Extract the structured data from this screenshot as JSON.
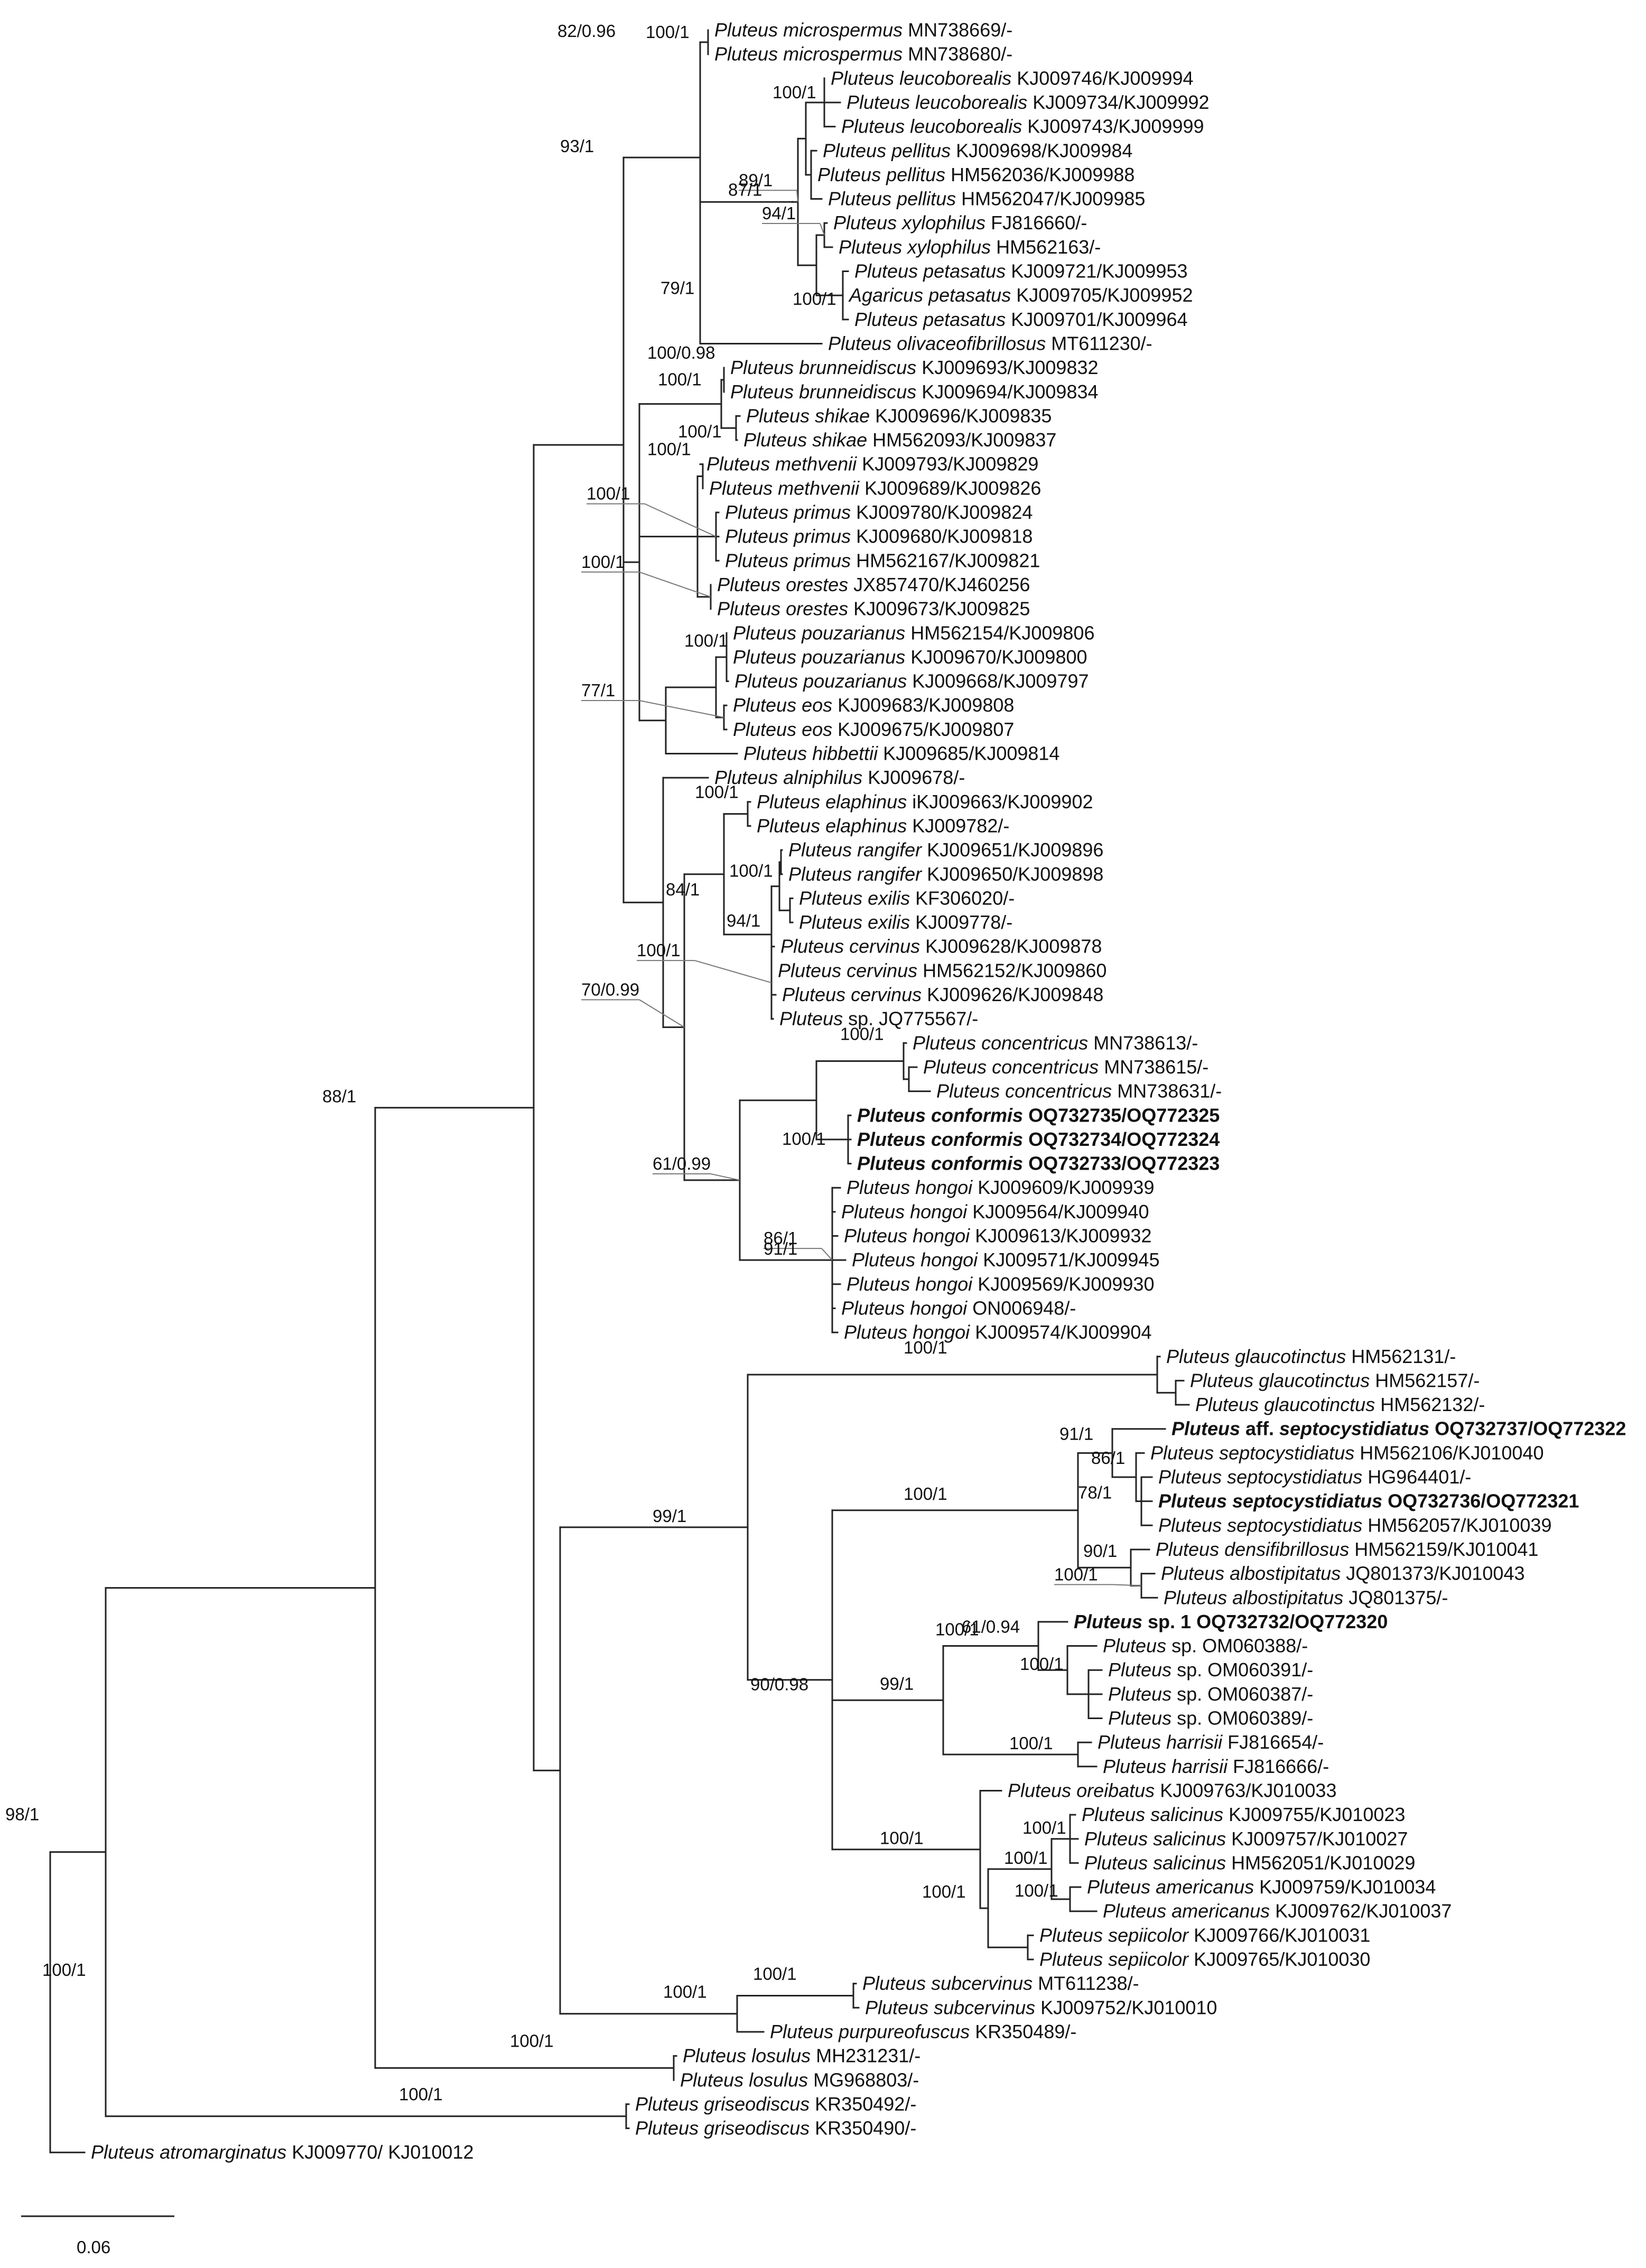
{
  "figure": {
    "type": "phylogenetic-tree",
    "scale_bar_label": "0.06",
    "leaves": [
      {
        "id": "L1",
        "genus": "Pluteus",
        "species": "microspermus",
        "acc": "MN738669/-",
        "bold": false
      },
      {
        "id": "L2",
        "genus": "Pluteus",
        "species": "microspermus",
        "acc": "MN738680/-",
        "bold": false
      },
      {
        "id": "L3",
        "genus": "Pluteus",
        "species": "leucoborealis",
        "acc": "KJ009746/KJ009994",
        "bold": false
      },
      {
        "id": "L4",
        "genus": "Pluteus",
        "species": "leucoborealis",
        "acc": "KJ009734/KJ009992",
        "bold": false
      },
      {
        "id": "L5",
        "genus": "Pluteus",
        "species": "leucoborealis",
        "acc": "KJ009743/KJ009999",
        "bold": false
      },
      {
        "id": "L6",
        "genus": "Pluteus",
        "species": "pellitus",
        "acc": "KJ009698/KJ009984",
        "bold": false
      },
      {
        "id": "L7",
        "genus": "Pluteus",
        "species": "pellitus",
        "acc": "HM562036/KJ009988",
        "bold": false
      },
      {
        "id": "L8",
        "genus": "Pluteus",
        "species": "pellitus",
        "acc": "HM562047/KJ009985",
        "bold": false
      },
      {
        "id": "L9",
        "genus": "Pluteus",
        "species": "xylophilus",
        "acc": "FJ816660/-",
        "bold": false
      },
      {
        "id": "L10",
        "genus": "Pluteus",
        "species": "xylophilus",
        "acc": "HM562163/-",
        "bold": false
      },
      {
        "id": "L11",
        "genus": "Pluteus",
        "species": "petasatus",
        "acc": "KJ009721/KJ009953",
        "bold": false
      },
      {
        "id": "L12",
        "genus": "Agaricus",
        "species": "petasatus",
        "acc": "KJ009705/KJ009952",
        "bold": false
      },
      {
        "id": "L13",
        "genus": "Pluteus",
        "species": "petasatus",
        "acc": "KJ009701/KJ009964",
        "bold": false
      },
      {
        "id": "L14",
        "genus": "Pluteus",
        "species": "olivaceofibrillosus",
        "acc": "MT611230/-",
        "bold": false
      },
      {
        "id": "L15",
        "genus": "Pluteus",
        "species": "brunneidiscus",
        "acc": "KJ009693/KJ009832",
        "bold": false
      },
      {
        "id": "L16",
        "genus": "Pluteus",
        "species": "brunneidiscus",
        "acc": "KJ009694/KJ009834",
        "bold": false
      },
      {
        "id": "L17",
        "genus": "Pluteus",
        "species": "shikae",
        "acc": "KJ009696/KJ009835",
        "bold": false
      },
      {
        "id": "L18",
        "genus": "Pluteus",
        "species": "shikae",
        "acc": "HM562093/KJ009837",
        "bold": false
      },
      {
        "id": "L19",
        "genus": "Pluteus",
        "species": "methvenii",
        "acc": "KJ009793/KJ009829",
        "bold": false
      },
      {
        "id": "L20",
        "genus": "Pluteus",
        "species": "methvenii",
        "acc": "KJ009689/KJ009826",
        "bold": false
      },
      {
        "id": "L21",
        "genus": "Pluteus",
        "species": "primus",
        "acc": "KJ009780/KJ009824",
        "bold": false
      },
      {
        "id": "L22",
        "genus": "Pluteus",
        "species": "primus",
        "acc": "KJ009680/KJ009818",
        "bold": false
      },
      {
        "id": "L23",
        "genus": "Pluteus",
        "species": "primus",
        "acc": "HM562167/KJ009821",
        "bold": false
      },
      {
        "id": "L24",
        "genus": "Pluteus",
        "species": "orestes",
        "acc": "JX857470/KJ460256",
        "bold": false
      },
      {
        "id": "L25",
        "genus": "Pluteus",
        "species": "orestes",
        "acc": "KJ009673/KJ009825",
        "bold": false
      },
      {
        "id": "L26",
        "genus": "Pluteus",
        "species": "pouzarianus",
        "acc": "HM562154/KJ009806",
        "bold": false
      },
      {
        "id": "L27",
        "genus": "Pluteus",
        "species": "pouzarianus",
        "acc": "KJ009670/KJ009800",
        "bold": false
      },
      {
        "id": "L28",
        "genus": "Pluteus",
        "species": "pouzarianus",
        "acc": "KJ009668/KJ009797",
        "bold": false
      },
      {
        "id": "L29",
        "genus": "Pluteus",
        "species": "eos",
        "acc": "KJ009683/KJ009808",
        "bold": false
      },
      {
        "id": "L30",
        "genus": "Pluteus",
        "species": "eos",
        "acc": "KJ009675/KJ009807",
        "bold": false
      },
      {
        "id": "L31",
        "genus": "Pluteus",
        "species": "hibbettii",
        "acc": "KJ009685/KJ009814",
        "bold": false
      },
      {
        "id": "L32",
        "genus": "Pluteus",
        "species": "alniphilus",
        "acc": "KJ009678/-",
        "bold": false
      },
      {
        "id": "L33",
        "genus": "Pluteus",
        "species": "elaphinus",
        "acc": "iKJ009663/KJ009902",
        "bold": false
      },
      {
        "id": "L34",
        "genus": "Pluteus",
        "species": "elaphinus",
        "acc": "KJ009782/-",
        "bold": false
      },
      {
        "id": "L35",
        "genus": "Pluteus",
        "species": "rangifer",
        "acc": "KJ009651/KJ009896",
        "bold": false
      },
      {
        "id": "L36",
        "genus": "Pluteus",
        "species": "rangifer",
        "acc": "KJ009650/KJ009898",
        "bold": false
      },
      {
        "id": "L37",
        "genus": "Pluteus",
        "species": "exilis",
        "acc": "KF306020/-",
        "bold": false
      },
      {
        "id": "L38",
        "genus": "Pluteus",
        "species": "exilis",
        "acc": "KJ009778/-",
        "bold": false
      },
      {
        "id": "L39",
        "genus": "Pluteus",
        "species": "cervinus",
        "acc": "KJ009628/KJ009878",
        "bold": false
      },
      {
        "id": "L40",
        "genus": "Pluteus",
        "species": "cervinus",
        "acc": "HM562152/KJ009860",
        "bold": false
      },
      {
        "id": "L41",
        "genus": "Pluteus",
        "species": "cervinus",
        "acc": "KJ009626/KJ009848",
        "bold": false
      },
      {
        "id": "L42",
        "genus": "Pluteus",
        "species": "sp.",
        "acc": "JQ775567/-",
        "bold": false
      },
      {
        "id": "L43",
        "genus": "Pluteus",
        "species": "concentricus",
        "acc": "MN738613/-",
        "bold": false
      },
      {
        "id": "L44",
        "genus": "Pluteus",
        "species": "concentricus",
        "acc": "MN738615/-",
        "bold": false
      },
      {
        "id": "L45",
        "genus": "Pluteus",
        "species": "concentricus",
        "acc": "MN738631/-",
        "bold": false
      },
      {
        "id": "L46",
        "genus": "Pluteus",
        "species": "conformis",
        "acc": "OQ732735/OQ772325",
        "bold": true
      },
      {
        "id": "L47",
        "genus": "Pluteus",
        "species": "conformis",
        "acc": "OQ732734/OQ772324",
        "bold": true
      },
      {
        "id": "L48",
        "genus": "Pluteus",
        "species": "conformis",
        "acc": "OQ732733/OQ772323",
        "bold": true
      },
      {
        "id": "L49",
        "genus": "Pluteus",
        "species": "hongoi",
        "acc": "KJ009609/KJ009939",
        "bold": false
      },
      {
        "id": "L50",
        "genus": "Pluteus",
        "species": "hongoi",
        "acc": "KJ009564/KJ009940",
        "bold": false
      },
      {
        "id": "L51",
        "genus": "Pluteus",
        "species": "hongoi",
        "acc": "KJ009613/KJ009932",
        "bold": false
      },
      {
        "id": "L52",
        "genus": "Pluteus",
        "species": "hongoi",
        "acc": "KJ009571/KJ009945",
        "bold": false
      },
      {
        "id": "L53",
        "genus": "Pluteus",
        "species": "hongoi",
        "acc": "KJ009569/KJ009930",
        "bold": false
      },
      {
        "id": "L54",
        "genus": "Pluteus",
        "species": "hongoi",
        "acc": "ON006948/-",
        "bold": false
      },
      {
        "id": "L55",
        "genus": "Pluteus",
        "species": "hongoi",
        "acc": "KJ009574/KJ009904",
        "bold": false
      },
      {
        "id": "L56",
        "genus": "Pluteus",
        "species": "glaucotinctus",
        "acc": "HM562131/-",
        "bold": false
      },
      {
        "id": "L57",
        "genus": "Pluteus",
        "species": "glaucotinctus",
        "acc": "HM562157/-",
        "bold": false
      },
      {
        "id": "L58",
        "genus": "Pluteus",
        "species": "glaucotinctus",
        "acc": "HM562132/-",
        "bold": false
      },
      {
        "id": "L59",
        "genus": "Pluteus",
        "species": "aff. septocystidiatus",
        "acc": "OQ732737/OQ772322",
        "bold": true
      },
      {
        "id": "L60",
        "genus": "Pluteus",
        "species": "septocystidiatus",
        "acc": "HM562106/KJ010040",
        "bold": false
      },
      {
        "id": "L61",
        "genus": "Pluteus",
        "species": "septocystidiatus",
        "acc": "HG964401/-",
        "bold": false
      },
      {
        "id": "L62",
        "genus": "Pluteus",
        "species": "septocystidiatus",
        "acc": "OQ732736/OQ772321",
        "bold": true
      },
      {
        "id": "L63",
        "genus": "Pluteus",
        "species": "septocystidiatus",
        "acc": "HM562057/KJ010039",
        "bold": false
      },
      {
        "id": "L64",
        "genus": "Pluteus",
        "species": "densifibrillosus",
        "acc": "HM562159/KJ010041",
        "bold": false
      },
      {
        "id": "L65",
        "genus": "Pluteus",
        "species": "albostipitatus",
        "acc": "JQ801373/KJ010043",
        "bold": false
      },
      {
        "id": "L66",
        "genus": "Pluteus",
        "species": "albostipitatus",
        "acc": "JQ801375/-",
        "bold": false
      },
      {
        "id": "L67",
        "genus": "Pluteus",
        "species": "sp. 1",
        "acc": "OQ732732/OQ772320",
        "bold": true
      },
      {
        "id": "L68",
        "genus": "Pluteus",
        "species": "sp.",
        "acc": "OM060388/-",
        "bold": false
      },
      {
        "id": "L69",
        "genus": "Pluteus",
        "species": "sp.",
        "acc": "OM060391/-",
        "bold": false
      },
      {
        "id": "L70",
        "genus": "Pluteus",
        "species": "sp.",
        "acc": "OM060387/-",
        "bold": false
      },
      {
        "id": "L71",
        "genus": "Pluteus",
        "species": "sp.",
        "acc": "OM060389/-",
        "bold": false
      },
      {
        "id": "L72",
        "genus": "Pluteus",
        "species": "harrisii",
        "acc": "FJ816654/-",
        "bold": false
      },
      {
        "id": "L73",
        "genus": "Pluteus",
        "species": "harrisii",
        "acc": "FJ816666/-",
        "bold": false
      },
      {
        "id": "L74",
        "genus": "Pluteus",
        "species": "oreibatus",
        "acc": "KJ009763/KJ010033",
        "bold": false
      },
      {
        "id": "L75",
        "genus": "Pluteus",
        "species": "salicinus",
        "acc": "KJ009755/KJ010023",
        "bold": false
      },
      {
        "id": "L76",
        "genus": "Pluteus",
        "species": "salicinus",
        "acc": "KJ009757/KJ010027",
        "bold": false
      },
      {
        "id": "L77",
        "genus": "Pluteus",
        "species": "salicinus",
        "acc": "HM562051/KJ010029",
        "bold": false
      },
      {
        "id": "L78",
        "genus": "Pluteus",
        "species": "americanus",
        "acc": "KJ009759/KJ010034",
        "bold": false
      },
      {
        "id": "L79",
        "genus": "Pluteus",
        "species": "americanus",
        "acc": "KJ009762/KJ010037",
        "bold": false
      },
      {
        "id": "L80",
        "genus": "Pluteus",
        "species": "sepiicolor",
        "acc": "KJ009766/KJ010031",
        "bold": false
      },
      {
        "id": "L81",
        "genus": "Pluteus",
        "species": "sepiicolor",
        "acc": "KJ009765/KJ010030",
        "bold": false
      },
      {
        "id": "L82",
        "genus": "Pluteus",
        "species": "subcervinus",
        "acc": "MT611238/-",
        "bold": false
      },
      {
        "id": "L83",
        "genus": "Pluteus",
        "species": "subcervinus",
        "acc": "KJ009752/KJ010010",
        "bold": false
      },
      {
        "id": "L84",
        "genus": "Pluteus",
        "species": "purpureofuscus",
        "acc": "KR350489/-",
        "bold": false
      },
      {
        "id": "L85",
        "genus": "Pluteus",
        "species": "losulus",
        "acc": "MH231231/-",
        "bold": false
      },
      {
        "id": "L86",
        "genus": "Pluteus",
        "species": "losulus",
        "acc": "MG968803/-",
        "bold": false
      },
      {
        "id": "L87",
        "genus": "Pluteus",
        "species": "griseodiscus",
        "acc": "KR350492/-",
        "bold": false
      },
      {
        "id": "L88",
        "genus": "Pluteus",
        "species": "griseodiscus",
        "acc": "KR350490/-",
        "bold": false
      },
      {
        "id": "L89",
        "genus": "Pluteus",
        "species": "atromarginatus",
        "acc": "KJ009770/ KJ010012",
        "bold": false
      }
    ],
    "support": [
      {
        "node": "microspermus",
        "label": "100/1"
      },
      {
        "node": "leucoborealis",
        "label": "100/1"
      },
      {
        "node": "leuco-pellitus",
        "label": "89/1"
      },
      {
        "node": "pellitus-clade",
        "label": "87/1"
      },
      {
        "node": "xylophilus",
        "label": "94/1"
      },
      {
        "node": "petasatus",
        "label": "100/1"
      },
      {
        "node": "olivaceo-group",
        "label": "79/1"
      },
      {
        "node": "upper-clade",
        "label": "93/1"
      },
      {
        "node": "brunneidiscus",
        "label": "100/0.98"
      },
      {
        "node": "brunnei-shikae",
        "label": "100/1"
      },
      {
        "node": "shikae",
        "label": "100/1"
      },
      {
        "node": "methvenii",
        "label": "100/1"
      },
      {
        "node": "primus",
        "label": "100/1"
      },
      {
        "node": "orestes",
        "label": "100/1"
      },
      {
        "node": "pouzarianus",
        "label": "100/1"
      },
      {
        "node": "eos",
        "label": "77/1"
      },
      {
        "node": "elaphinus",
        "label": "100/1"
      },
      {
        "node": "elaphinus-cervinus",
        "label": "70/0.99"
      },
      {
        "node": "rangifer-exilis",
        "label": "100/1"
      },
      {
        "node": "cervinus-group",
        "label": "94/1"
      },
      {
        "node": "cervinus-clade",
        "label": "84/1"
      },
      {
        "node": "cervinus",
        "label": "100/1"
      },
      {
        "node": "cervinus-hongoi",
        "label": "61/0.99"
      },
      {
        "node": "concentricus",
        "label": "100/1"
      },
      {
        "node": "conformis",
        "label": "100/1"
      },
      {
        "node": "hongoi-group",
        "label": "91/1"
      },
      {
        "node": "hongoi",
        "label": "86/1"
      },
      {
        "node": "cervinus-section",
        "label": "88/1"
      },
      {
        "node": "glaucotinctus",
        "label": "100/1"
      },
      {
        "node": "glaucotinctus-sub",
        "label": "82/0.96"
      },
      {
        "node": "septo-clade",
        "label": "100/1"
      },
      {
        "node": "septo-group",
        "label": "91/1"
      },
      {
        "node": "septo",
        "label": "86/1"
      },
      {
        "node": "septo-sub",
        "label": "78/1"
      },
      {
        "node": "densi-albo",
        "label": "90/1"
      },
      {
        "node": "albostipitatus",
        "label": "100/1"
      },
      {
        "node": "salicinus-section",
        "label": "99/1"
      },
      {
        "node": "sp1-group",
        "label": "61/0.94"
      },
      {
        "node": "sp-group",
        "label": "100/1"
      },
      {
        "node": "sp-sub",
        "label": "100/1"
      },
      {
        "node": "sp-harrisii",
        "label": "99/1"
      },
      {
        "node": "harrisii",
        "label": "100/1"
      },
      {
        "node": "sal-clade",
        "label": "90/0.98"
      },
      {
        "node": "salicinus-group",
        "label": "100/1"
      },
      {
        "node": "salicinus",
        "label": "100/1"
      },
      {
        "node": "sal-am",
        "label": "100/1"
      },
      {
        "node": "americanus",
        "label": "100/1"
      },
      {
        "node": "sal-am-sep",
        "label": "100/1"
      },
      {
        "node": "subcervinus",
        "label": "100/1"
      },
      {
        "node": "subcervinus-purpureo",
        "label": "100/1"
      },
      {
        "node": "losulus",
        "label": "100/1"
      },
      {
        "node": "ingroup",
        "label": "98/1"
      },
      {
        "node": "griseodiscus",
        "label": "100/1"
      },
      {
        "node": "root",
        "label": "100/1"
      }
    ]
  }
}
